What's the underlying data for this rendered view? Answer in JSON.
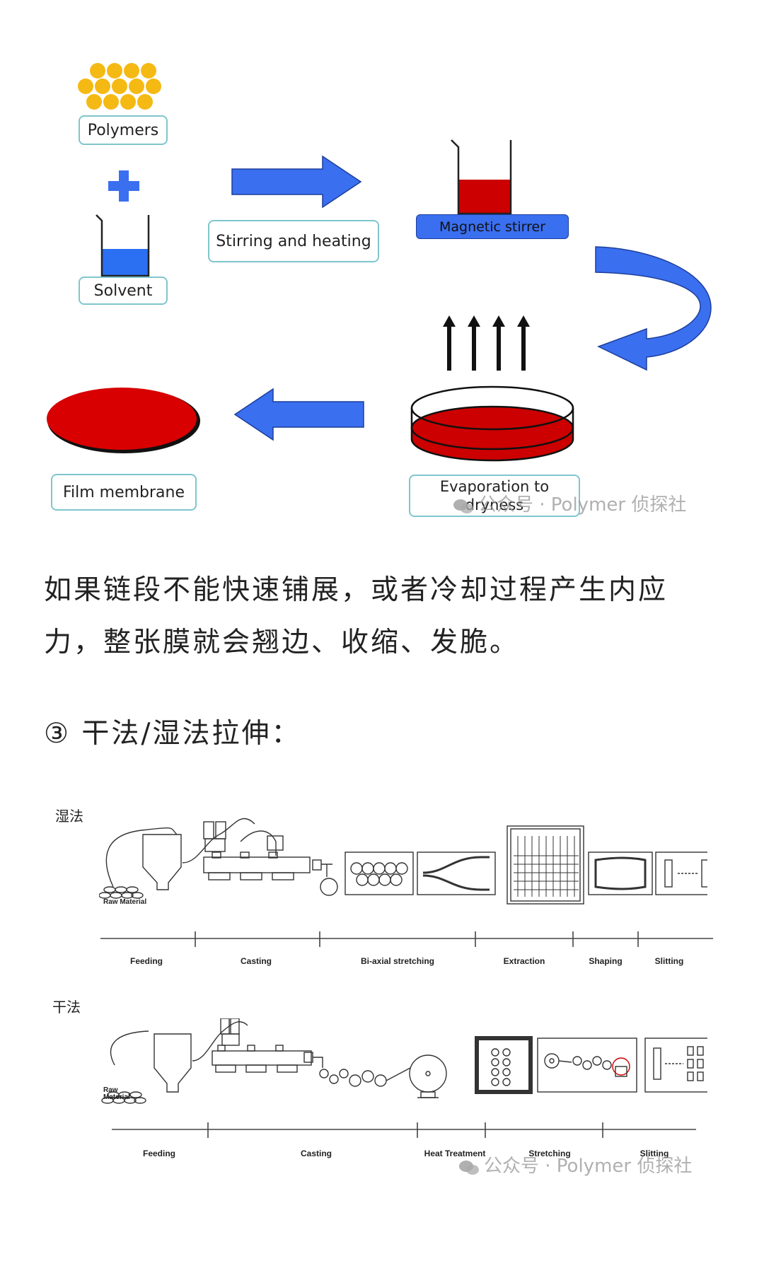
{
  "figure1": {
    "labels": {
      "polymers": "Polymers",
      "solvent": "Solvent",
      "stirring": "Stirring and heating",
      "magnetic": "Magnetic stirrer",
      "evap_line1": "Evaporation to",
      "evap_line2": "dryness",
      "film": "Film membrane"
    },
    "watermark": "公众号 · Polymer 侦探社",
    "colors": {
      "arrow": "#3a6ff0",
      "liquid_red": "#cc0000",
      "solvent_blue": "#2b6ff2",
      "polymer_yellow": "#f5b914",
      "label_border": "#7fc6cc"
    }
  },
  "text": {
    "paragraph": "如果链段不能快速铺展，或者冷却过程产生内应力，整张膜就会翘边、收缩、发脆。",
    "heading": "③ 干法/湿法拉伸："
  },
  "figure2": {
    "wet": {
      "label": "湿法",
      "raw_material": "Raw Material",
      "stages": [
        "Feeding",
        "Casting",
        "Bi-axial stretching",
        "Extraction",
        "Shaping",
        "Slitting"
      ]
    },
    "dry": {
      "label": "干法",
      "raw_material_line1": "Raw",
      "raw_material_line2": "Material",
      "stages": [
        "Feeding",
        "Casting",
        "Heat Treatment",
        "Stretching",
        "Slitting"
      ]
    },
    "watermark": "公众号 · Polymer 侦探社"
  }
}
